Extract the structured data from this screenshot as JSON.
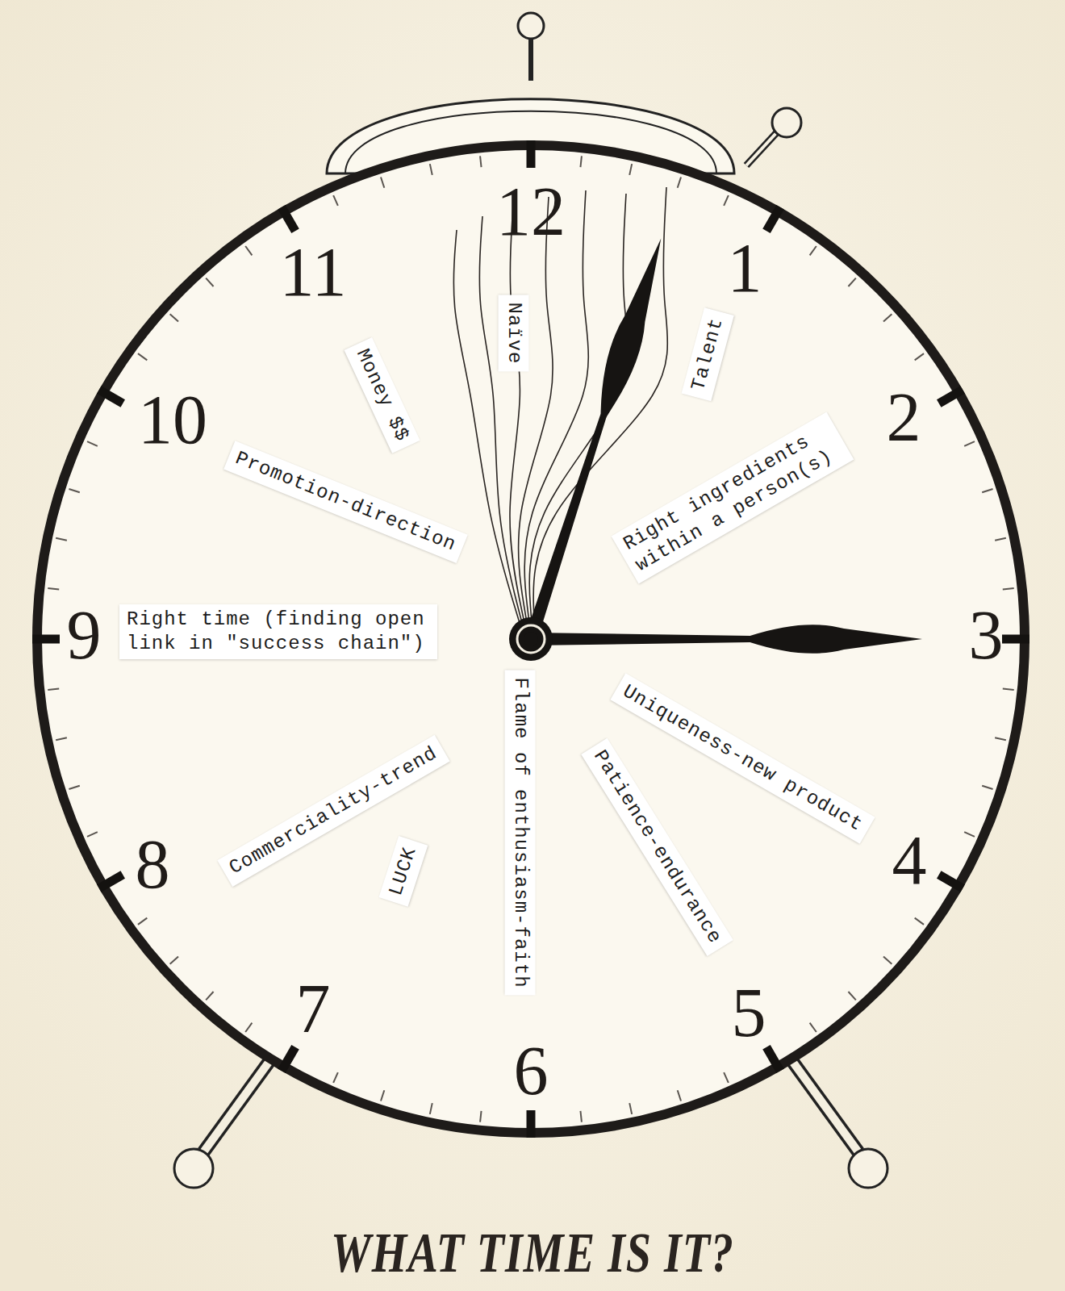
{
  "diagram": {
    "title": "WHAT TIME IS IT?",
    "labels": [
      "12",
      "1",
      "2",
      "3",
      "4",
      "5",
      "6",
      "7",
      "8",
      "9",
      "10",
      "11",
      "Money $$",
      "Naïve",
      "Talent",
      "Promotion-direction",
      "Right ingredients within a person(s)",
      "Right time (finding open link in \"success chain\")",
      "Uniqueness-new product",
      "Commerciality-trend",
      "LUCK",
      "Flame of enthusiasm-faith",
      "Patience-endurance"
    ]
  }
}
